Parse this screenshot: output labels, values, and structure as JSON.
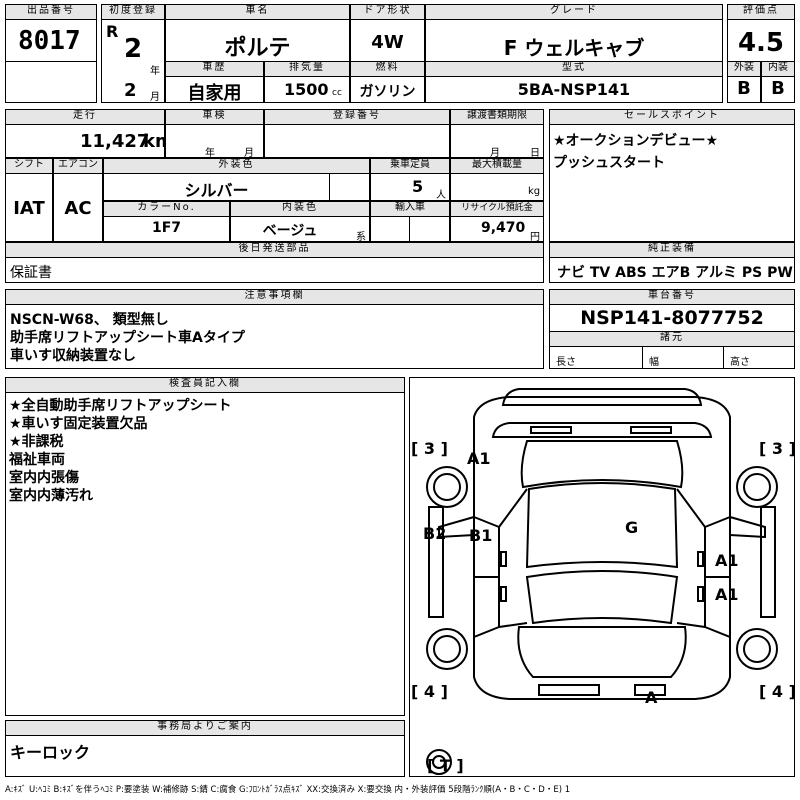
{
  "labels": {
    "lot": "出品番号",
    "first_reg": "初度登録",
    "car_name": "車名",
    "door": "ドア形状",
    "grade": "グレード",
    "score": "評価点",
    "history": "車歴",
    "displacement": "排気量",
    "fuel": "燃料",
    "model": "型式",
    "exterior": "外装",
    "interior": "内装",
    "mileage": "走行",
    "inspection": "車検",
    "reg_no": "登録番号",
    "transfer_doc": "譲渡書類期限",
    "sales_point": "セールスポイント",
    "shift": "シフト",
    "aircon": "エアコン",
    "ext_color": "外装色",
    "capacity": "乗車定員",
    "max_load": "最大積載量",
    "color_no": "カラーNo.",
    "int_color": "内装色",
    "import": "輸入車",
    "recycle": "リサイクル預託金",
    "later_parts": "後日発送部品",
    "genuine": "純正装備",
    "caution": "注意事項欄",
    "chassis": "車台番号",
    "dims": "諸元",
    "inspector": "検査員記入欄",
    "office": "事務局よりご案内",
    "unit_year": "年",
    "unit_month": "月",
    "unit_cc": "cc",
    "unit_km": "km",
    "unit_person": "人",
    "unit_kg": "kg",
    "unit_kei": "系",
    "unit_yen": "円",
    "length": "長さ",
    "width": "幅",
    "height": "高さ"
  },
  "values": {
    "lot": "8017",
    "era": "R",
    "year": "2",
    "month": "2",
    "car_name": "ポルテ",
    "door": "4W",
    "grade": "F ウェルキャブ",
    "score": "4.5",
    "history": "自家用",
    "displacement": "1500",
    "fuel": "ガソリン",
    "model": "5BA-NSP141",
    "exterior": "B",
    "interior": "B",
    "mileage": "11,427",
    "shift": "IAT",
    "aircon": "AC",
    "ext_color": "シルバー",
    "capacity": "5",
    "color_no": "1F7",
    "int_color": "ベージュ",
    "recycle": "9,470",
    "later_parts": "保証書",
    "genuine": "ナビ TV ABS エアB アルミ PS PW",
    "chassis": "NSP141-8077752"
  },
  "sales_points": [
    "★オークションデビュー★",
    "プッシュスタート"
  ],
  "cautions": [
    "NSCN-W68、 類型無し",
    "助手席リフトアップシート車Aタイプ",
    "車いす収納装置なし"
  ],
  "inspector_notes": [
    "★全自動助手席リフトアップシート",
    "★車いす固定装置欠品",
    "★非課税",
    "福祉車両",
    "室内内張傷",
    "室内内薄汚れ"
  ],
  "office_notes": [
    "キーロック"
  ],
  "diagram": {
    "marks": {
      "fl": "A1",
      "g": "G",
      "b2": "B2",
      "b1": "B1",
      "r1": "A1",
      "r2": "A1",
      "rear": "A"
    },
    "corners": {
      "fl": "[ 3 ]",
      "fr": "[ 3 ]",
      "rl": "[ 4 ]",
      "rr": "[ 4 ]",
      "bottom": "[ T ]"
    }
  },
  "legend": "A:ｷｽﾞ U:ﾍｺﾐ B:ｷｽﾞを伴うﾍｺﾐ P:要塗装 W:補修跡 S:錆 C:腐食 G:ﾌﾛﾝﾄｶﾞﾗｽ点ｷｽﾞ XX:交換済み X:要交換 内・外装評価 5段階ﾗﾝｸ順(A・B・C・D・E) 1"
}
